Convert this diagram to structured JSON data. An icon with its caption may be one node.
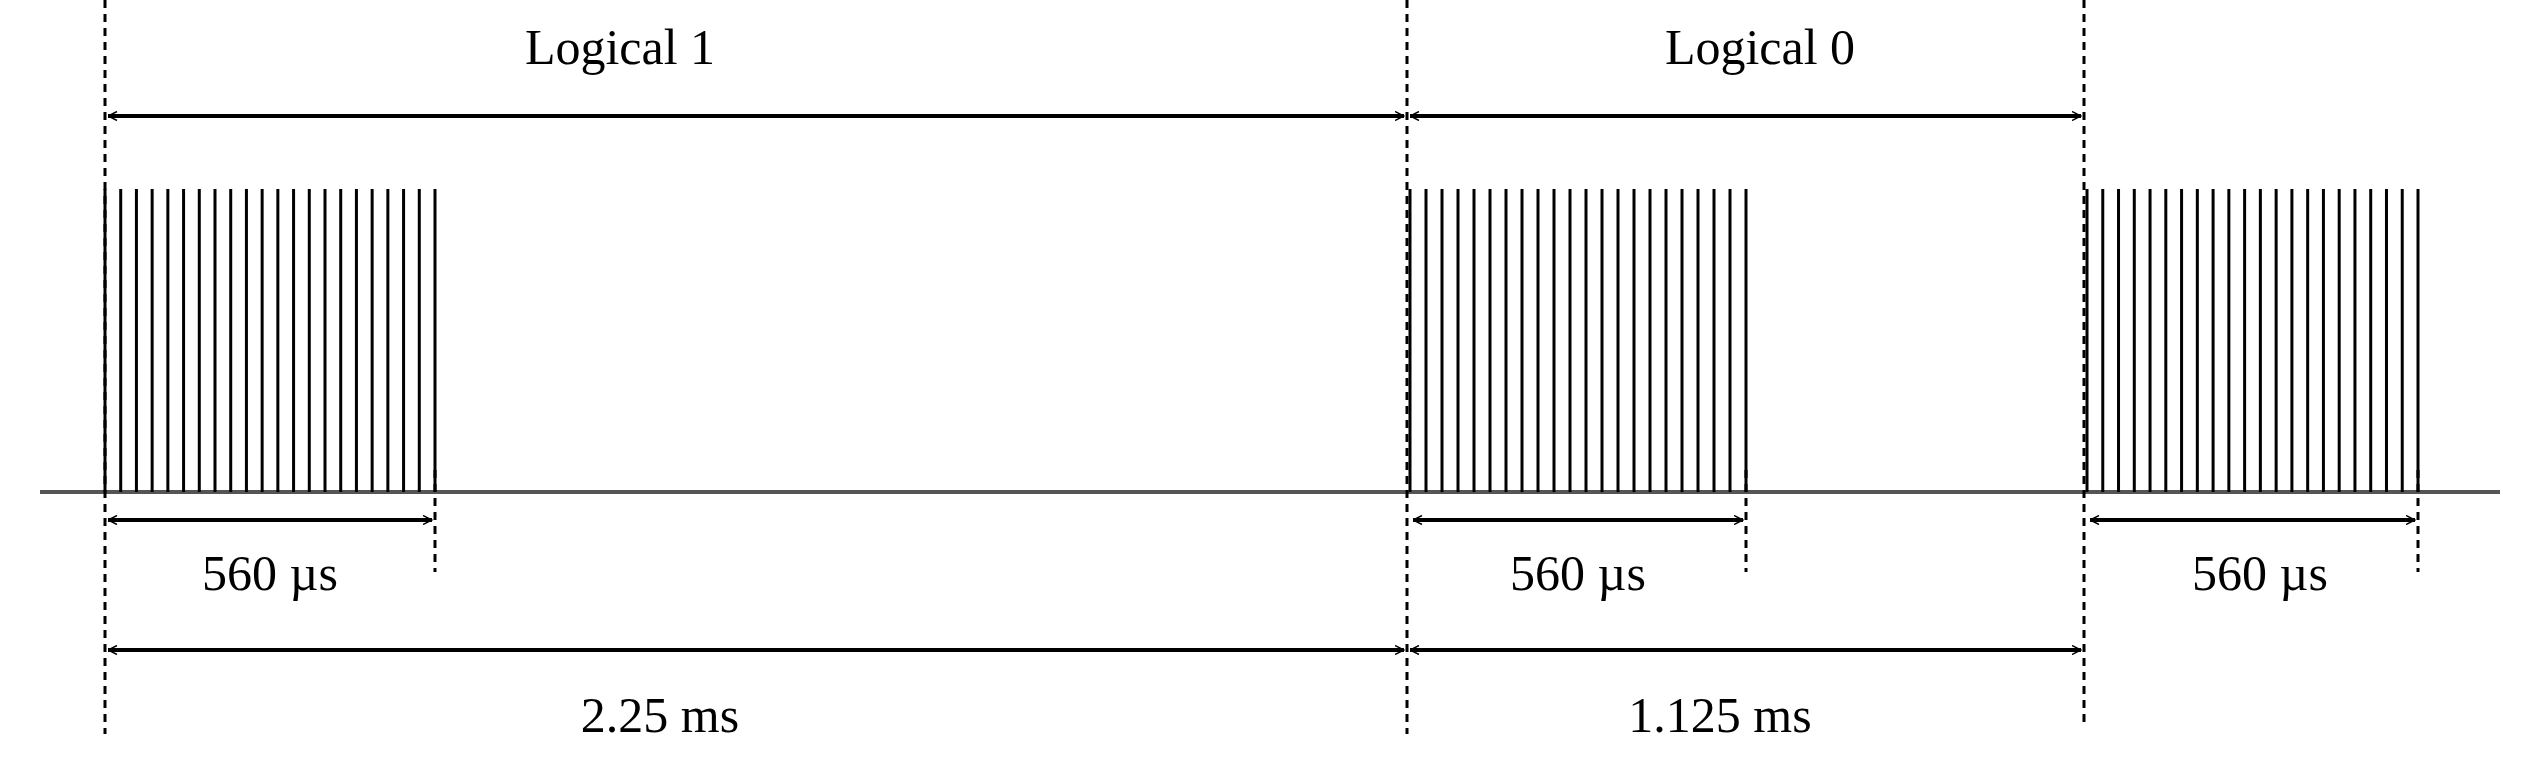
{
  "diagram": {
    "labels": [
      "Logical 1",
      "Logical 0",
      "560 µs",
      "560 µs",
      "560 µs",
      "2.25 ms",
      "1.125 ms"
    ]
  }
}
